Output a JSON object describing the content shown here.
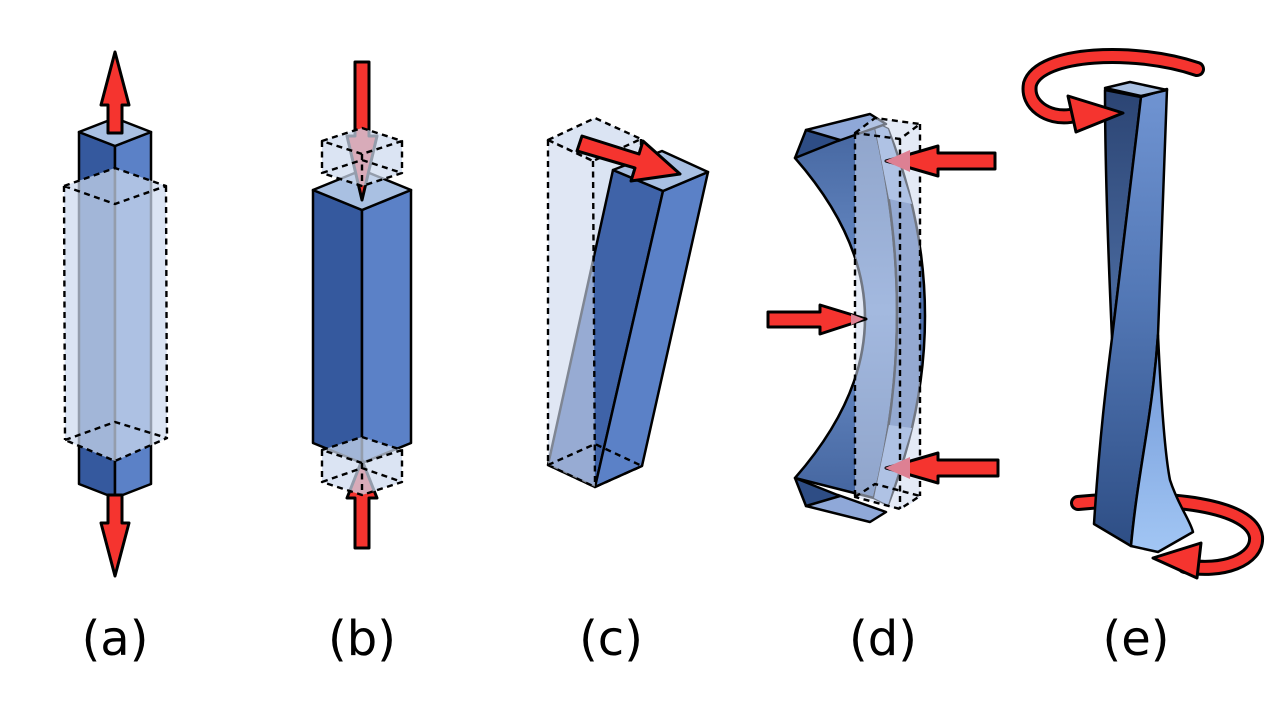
{
  "figures": [
    {
      "id": "a",
      "label": "(a)",
      "type": "tension"
    },
    {
      "id": "b",
      "label": "(b)",
      "type": "compression"
    },
    {
      "id": "c",
      "label": "(c)",
      "type": "shear"
    },
    {
      "id": "d",
      "label": "(d)",
      "type": "bending"
    },
    {
      "id": "e",
      "label": "(e)",
      "type": "torsion"
    }
  ],
  "colors": {
    "background": "#ffffff",
    "outline": "#000000",
    "label": "#000000",
    "arrow_red": "#f5342f",
    "arrow_tinted_pink": "#dd8093",
    "ghost_fill": "#cdd9ee",
    "bar_left_face": "#35599e",
    "bar_right_face": "#5b81c7",
    "bar_top_face": "#a9c0e2",
    "shear_left_face": "#3f63a8",
    "bend_band_end": "#44659f",
    "bend_band_mid": "#7093cd",
    "bend_right_band": "#4e70ad",
    "bend_light_segment": "#8ba6d8",
    "bend_cap_dark": "#2e4d85",
    "bend_cap_light": "#8fa8d8",
    "torsion_dark_top": "#2b4473",
    "torsion_dark_bottom": "#4e6fa5",
    "torsion_front_top": "#7094d2",
    "torsion_front_mid": "#5378b6",
    "torsion_front_bottom": "#2e4e85",
    "torsion_side_top": "#6f96d6",
    "torsion_side_bottom": "#a2c6f4"
  }
}
